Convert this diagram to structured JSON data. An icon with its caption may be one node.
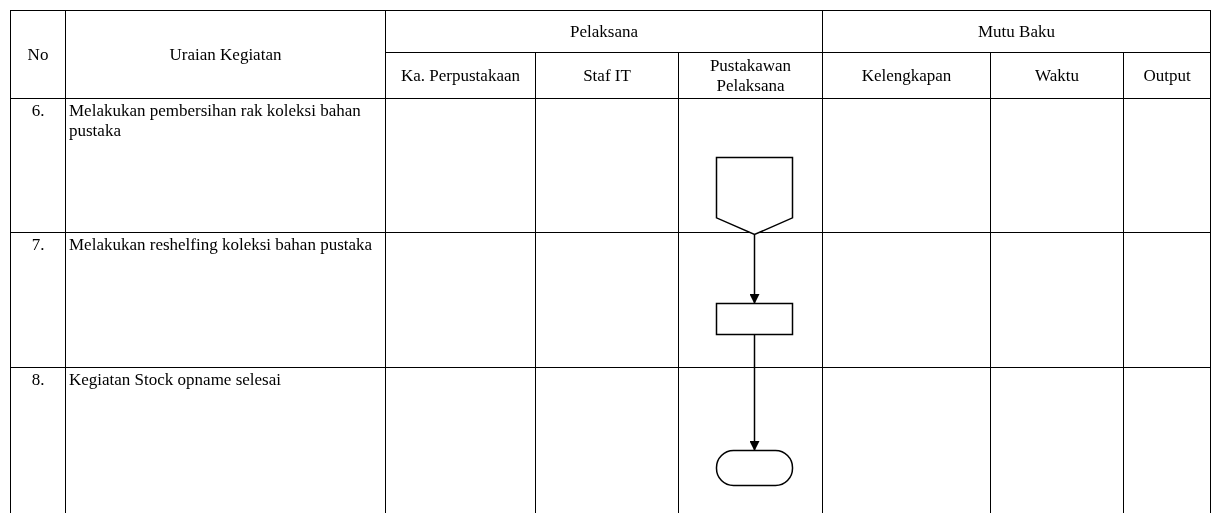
{
  "diagram": {
    "nodes": [
      {
        "text": [],
        "shape": "pentagon"
      },
      {
        "text": [],
        "shape": "box"
      },
      {
        "text": [],
        "shape": "terminator"
      }
    ],
    "edges": [
      {
        "from": 0,
        "to": 1,
        "arrow": "to"
      },
      {
        "from": 1,
        "to": 2,
        "arrow": "to"
      }
    ],
    "labels": [
      "No",
      "Uraian Kegiatan",
      "Pelaksana",
      "Mutu Baku",
      "Ka. Perpustakaan",
      "Staf IT",
      "Pustakawan Pelaksana",
      "Kelengkapan",
      "Waktu",
      "Output",
      "6.",
      "Melakukan pembersihan rak koleksi bahan pustaka",
      "7.",
      "Melakukan reshelfing koleksi bahan pustaka",
      "8.",
      "Kegiatan Stock opname selesai"
    ]
  }
}
